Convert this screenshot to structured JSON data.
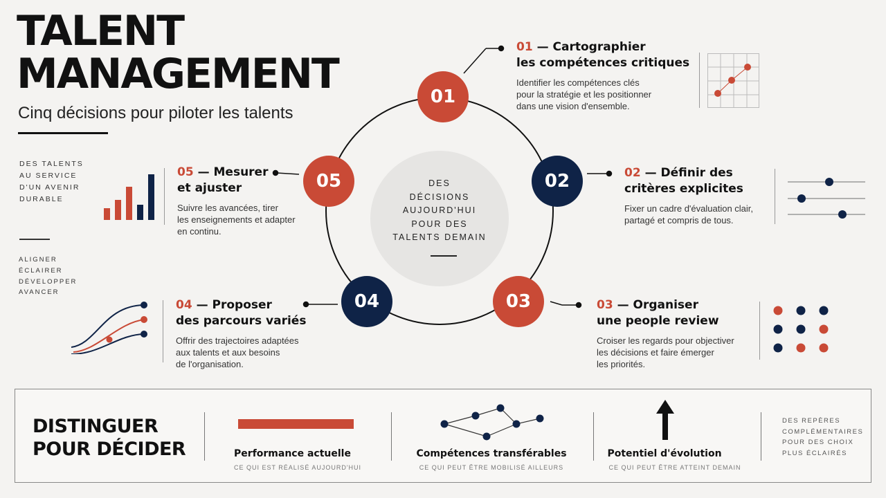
{
  "header": {
    "title_line1": "TALENT",
    "title_line2": "MANAGEMENT",
    "subtitle": "Cinq décisions pour piloter les talents"
  },
  "sidebar": {
    "tagline": [
      "DES TALENTS",
      "AU SERVICE",
      "D'UN AVENIR",
      "DURABLE"
    ],
    "verbs": [
      "ALIGNER",
      "ÉCLAIRER",
      "DÉVELOPPER",
      "AVANCER"
    ]
  },
  "center": {
    "lines": [
      "DES",
      "DÉCISIONS",
      "AUJOURD'HUI",
      "POUR DES",
      "TALENTS DEMAIN"
    ]
  },
  "steps": [
    {
      "number": "01",
      "num_label": "01",
      "title_rest": " — Cartographier",
      "title_line2": "les compétences critiques",
      "desc": [
        "Identifier les compétences clés",
        "pour la stratégie et les positionner",
        "dans une vision d'ensemble."
      ],
      "icon": "grid-scatter-icon"
    },
    {
      "number": "02",
      "num_label": "02",
      "title_rest": " — Définir des",
      "title_line2": "critères explicites",
      "desc": [
        "Fixer un cadre d'évaluation clair,",
        "partagé et compris de tous."
      ],
      "icon": "sliders-icon"
    },
    {
      "number": "03",
      "num_label": "03",
      "title_rest": " — Organiser",
      "title_line2": "une people review",
      "desc": [
        "Croiser les regards pour objectiver",
        "les décisions et faire émerger",
        "les priorités."
      ],
      "icon": "dot-matrix-icon"
    },
    {
      "number": "04",
      "num_label": "04",
      "title_rest": " — Proposer",
      "title_line2": "des parcours variés",
      "desc": [
        "Offrir des trajectoires adaptées",
        "aux talents et aux besoins",
        "de l'organisation."
      ],
      "icon": "paths-icon"
    },
    {
      "number": "05",
      "num_label": "05",
      "title_rest": " — Mesurer",
      "title_line2": "et ajuster",
      "desc": [
        "Suivre les avancées, tirer",
        "les enseignements et adapter",
        "en continu."
      ],
      "icon": "bar-chart-icon"
    }
  ],
  "bottom": {
    "title_line1": "DISTINGUER",
    "title_line2": "POUR DÉCIDER",
    "items": [
      {
        "label": "Performance actuelle",
        "caption": "CE QUI EST RÉALISÉ AUJOURD'HUI"
      },
      {
        "label": "Compétences transférables",
        "caption": "CE QUI PEUT ÊTRE MOBILISÉ AILLEURS"
      },
      {
        "label": "Potentiel d'évolution",
        "caption": "CE QUI PEUT ÊTRE ATTEINT DEMAIN"
      }
    ],
    "side": [
      "DES REPÈRES",
      "COMPLÉMENTAIRES",
      "POUR DES CHOIX",
      "PLUS ÉCLAIRÉS"
    ]
  },
  "colors": {
    "accent": "#c94a36",
    "navy": "#0f2347",
    "background": "#f4f3f1"
  }
}
